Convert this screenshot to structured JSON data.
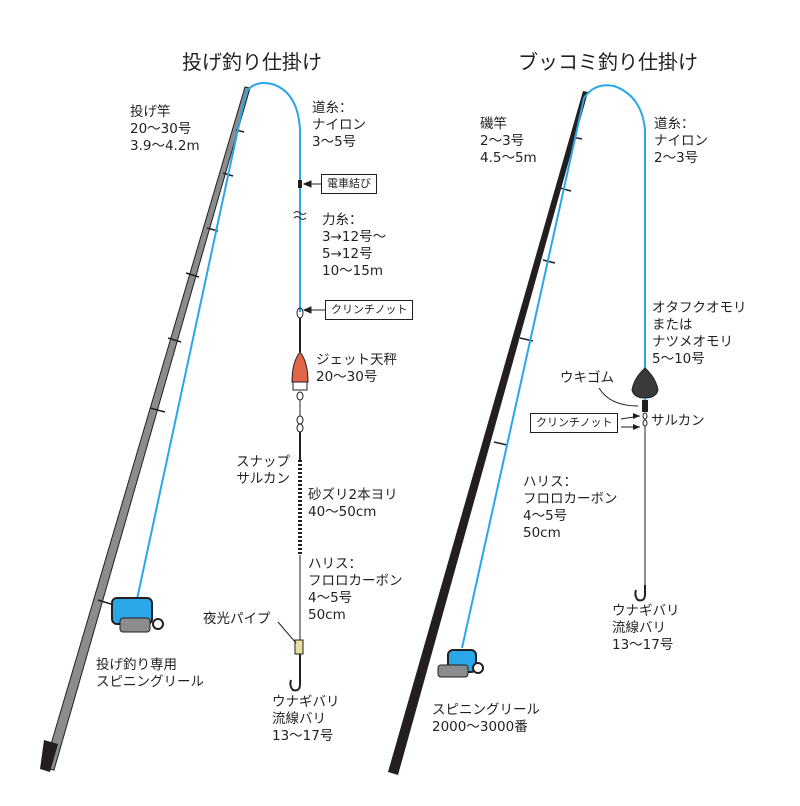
{
  "left_rig": {
    "title": "投げ釣り仕掛け",
    "rod": [
      "投げ竿",
      "20〜30号",
      "3.9〜4.2m"
    ],
    "main_line": [
      "道糸：",
      "ナイロン",
      " 3〜5号"
    ],
    "knot1": "電車結び",
    "shock_leader": [
      "力糸：",
      " 3→12号〜",
      " 5→12号",
      "10〜15m"
    ],
    "knot2": "クリンチノット",
    "sinker": [
      "ジェット天秤",
      "20〜30号"
    ],
    "swivel": [
      "スナップ",
      "サルカン"
    ],
    "twisted": [
      "砂ズリ2本ヨリ",
      "40〜50cm"
    ],
    "leader": [
      "ハリス：",
      "フロロカーボン",
      " 4〜5号",
      "50cm"
    ],
    "pipe": "夜光パイプ",
    "reel": [
      "投げ釣り専用",
      "スピニングリール"
    ],
    "hook": [
      "ウナギバリ",
      "流線バリ",
      "13〜17号"
    ]
  },
  "right_rig": {
    "title": "ブッコミ釣り仕掛け",
    "rod": [
      "磯竿",
      " 2〜3号",
      "4.5〜5m"
    ],
    "main_line": [
      "道糸：",
      "ナイロン",
      " 2〜3号"
    ],
    "sinker": [
      "オタフクオモリ",
      "または",
      "ナツメオモリ",
      " 5〜10号"
    ],
    "float_stopper": "ウキゴム",
    "knot": "クリンチノット",
    "swivel": "サルカン",
    "leader": [
      "ハリス：",
      "フロロカーボン",
      " 4〜5号",
      "50cm"
    ],
    "hook": [
      "ウナギバリ",
      "流線バリ",
      "13〜17号"
    ],
    "reel": [
      "スピニングリール",
      "2000〜3000番"
    ]
  },
  "colors": {
    "line_blue": "#2aa7e8",
    "sinker_orange": "#e0664a",
    "rod_left": "#8a8c8e",
    "rod_right": "#231f20"
  }
}
